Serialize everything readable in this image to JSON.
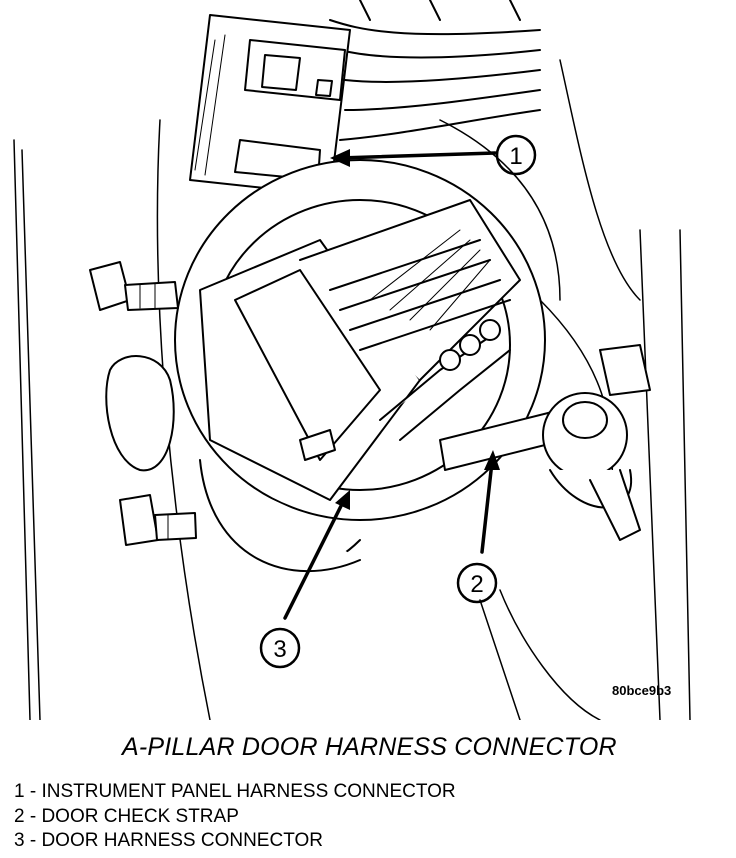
{
  "figure": {
    "id_code": "80bce9b3",
    "title": "A-PILLAR DOOR HARNESS CONNECTOR"
  },
  "callouts": [
    {
      "number": "1"
    },
    {
      "number": "2"
    },
    {
      "number": "3"
    }
  ],
  "legend": [
    {
      "text": "1 - INSTRUMENT PANEL HARNESS CONNECTOR"
    },
    {
      "text": "2 - DOOR CHECK STRAP"
    },
    {
      "text": "3 - DOOR HARNESS CONNECTOR"
    }
  ],
  "colors": {
    "line": "#000000",
    "background": "#ffffff"
  }
}
